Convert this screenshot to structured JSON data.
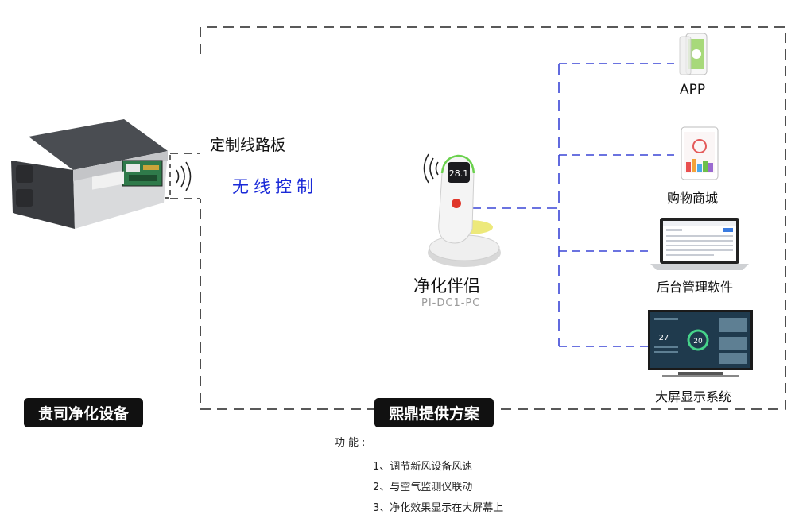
{
  "diagram": {
    "board_label": "定制线路板",
    "wireless_label": "无线控制",
    "device_name": "净化伴侣",
    "device_model": "PI-DC1-PC",
    "left_pill": "贵司净化设备",
    "center_pill": "熙鼎提供方案",
    "targets": [
      {
        "label": "APP"
      },
      {
        "label": "购物商城"
      },
      {
        "label": "后台管理软件"
      },
      {
        "label": "大屏显示系统"
      }
    ],
    "tv_screen_readings": [
      "27",
      "20"
    ],
    "functions": {
      "title": "功能:",
      "items": [
        "1、调节新风设备风速",
        "2、与空气监测仪联动",
        "3、净化效果显示在大屏幕上"
      ]
    }
  }
}
